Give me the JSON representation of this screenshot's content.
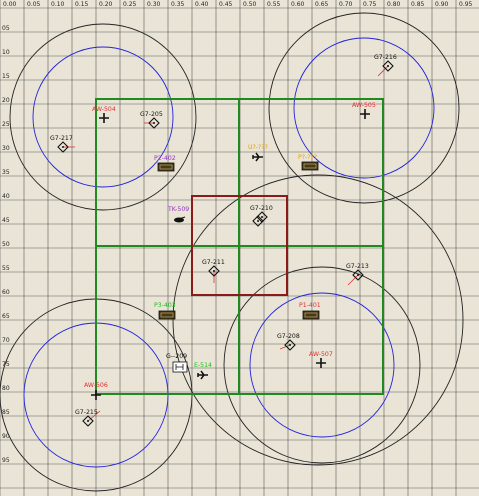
{
  "axis": {
    "x_labels": [
      "0.00",
      "0.05",
      "0.10",
      "0.15",
      "0.20",
      "0.25",
      "0.30",
      "0.35",
      "0.40",
      "0.45",
      "0.50",
      "0.55",
      "0.60",
      "0.65",
      "0.70",
      "0.75",
      "0.80",
      "0.85",
      "0.90",
      "0.95"
    ],
    "y_labels": [
      "05",
      "10",
      "15",
      "20",
      "25",
      "30",
      "35",
      "40",
      "45",
      "50",
      "55",
      "60",
      "65",
      "70",
      "75",
      "80",
      "85",
      "90",
      "95"
    ]
  },
  "colors": {
    "background": "#e9e4d6",
    "grid": "#5a5a5a",
    "green_zone": "#1f8a1f",
    "red_zone": "#8b1a1a",
    "outer_ring": "#222222",
    "inner_ring": "#2222dd",
    "label_black": "#111111",
    "label_red": "#e03030",
    "label_purple": "#9933cc",
    "label_orange": "#e5a000",
    "label_green": "#22bb22"
  },
  "markers": [
    {
      "id": "g7-216",
      "label": "G7-216",
      "icon": "diamond-icon",
      "color": "label_black"
    },
    {
      "id": "aw-504",
      "label": "AW-504",
      "icon": "aircraft-cross-icon",
      "color": "label_red"
    },
    {
      "id": "g7-205",
      "label": "G7-205",
      "icon": "diamond-icon",
      "color": "label_black"
    },
    {
      "id": "aw-505",
      "label": "AW-505",
      "icon": "aircraft-cross-icon",
      "color": "label_red"
    },
    {
      "id": "g7-217",
      "label": "G7-217",
      "icon": "diamond-icon",
      "color": "label_black"
    },
    {
      "id": "p2-402",
      "label": "P2-402",
      "icon": "vessel-icon",
      "color": "label_purple"
    },
    {
      "id": "u-unk",
      "label": "U?-???",
      "icon": "plane-icon",
      "color": "label_orange"
    },
    {
      "id": "p3-unk",
      "label": "P?-???",
      "icon": "vessel-icon",
      "color": "label_orange"
    },
    {
      "id": "tk-509",
      "label": "TK-509",
      "icon": "tank-icon",
      "color": "label_purple"
    },
    {
      "id": "g7-210",
      "label": "G7-210",
      "icon": "diamond-icon",
      "color": "label_black"
    },
    {
      "id": "g7-211",
      "label": "G7-211",
      "icon": "diamond-icon",
      "color": "label_black"
    },
    {
      "id": "g7-213",
      "label": "G7-213",
      "icon": "diamond-icon",
      "color": "label_black"
    },
    {
      "id": "p3-403",
      "label": "P3-403",
      "icon": "vessel-icon",
      "color": "label_green"
    },
    {
      "id": "p1-401",
      "label": "P1-401",
      "icon": "vessel-icon",
      "color": "label_red"
    },
    {
      "id": "g7-208",
      "label": "G7-208",
      "icon": "diamond-icon",
      "color": "label_black"
    },
    {
      "id": "g-209",
      "label": "G--209",
      "icon": "unit-box-icon",
      "color": "label_black"
    },
    {
      "id": "e-514",
      "label": "E-514",
      "icon": "plane-icon",
      "color": "label_green"
    },
    {
      "id": "aw-507",
      "label": "AW-507",
      "icon": "aircraft-cross-icon",
      "color": "label_red"
    },
    {
      "id": "aw-506",
      "label": "AW-506",
      "icon": "aircraft-cross-icon",
      "color": "label_red"
    },
    {
      "id": "g7-215",
      "label": "G7-215",
      "icon": "diamond-icon",
      "color": "label_black"
    }
  ]
}
